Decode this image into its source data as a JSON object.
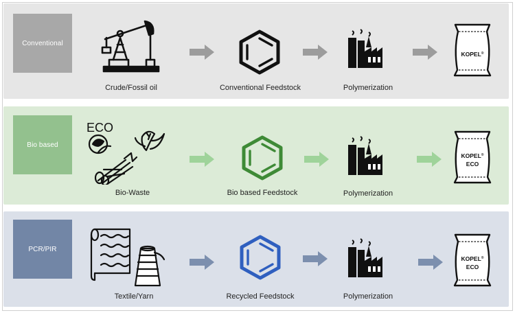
{
  "colors": {
    "band_conventional": "#e6e6e6",
    "band_bio": "#dcebd7",
    "band_recycled": "#dbe0e9",
    "label_conventional": "#a8a8a8",
    "label_bio": "#93c18e",
    "label_recycled": "#7286a6",
    "hex_conventional": "#111111",
    "hex_bio": "#3e8a36",
    "hex_recycled": "#2f5fbf",
    "arrow_conventional": "#9c9c9c",
    "arrow_bio": "#9fd39a",
    "arrow_recycled": "#7c8fae"
  },
  "rows": [
    {
      "label": "Conventional",
      "source_icon": "oil-pumpjack-icon",
      "source_caption": "Crude/Fossil oil",
      "feedstock_icon": "benzene-ring-icon",
      "feedstock_caption": "Conventional Feedstock",
      "process_icon": "factory-icon",
      "process_caption": "Polymerization",
      "product_icon": "product-bag-icon",
      "product_line1": "KOPEL",
      "product_mark": "®",
      "product_line2": ""
    },
    {
      "label": "Bio based",
      "source_icon": "bio-waste-icon",
      "source_eco": "ECO",
      "source_caption": "Bio-Waste",
      "feedstock_icon": "benzene-ring-icon",
      "feedstock_caption": "Bio based Feedstock",
      "process_icon": "factory-icon",
      "process_caption": "Polymerization",
      "product_icon": "product-bag-icon",
      "product_line1": "KOPEL",
      "product_mark": "®",
      "product_line2": "ECO"
    },
    {
      "label": "PCR/PIR",
      "source_icon": "textile-yarn-icon",
      "source_caption": "Textile/Yarn",
      "feedstock_icon": "benzene-ring-icon",
      "feedstock_caption": "Recycled Feedstock",
      "process_icon": "factory-icon",
      "process_caption": "Polymerization",
      "product_icon": "product-bag-icon",
      "product_line1": "KOPEL",
      "product_mark": "®",
      "product_line2": "ECO"
    }
  ]
}
